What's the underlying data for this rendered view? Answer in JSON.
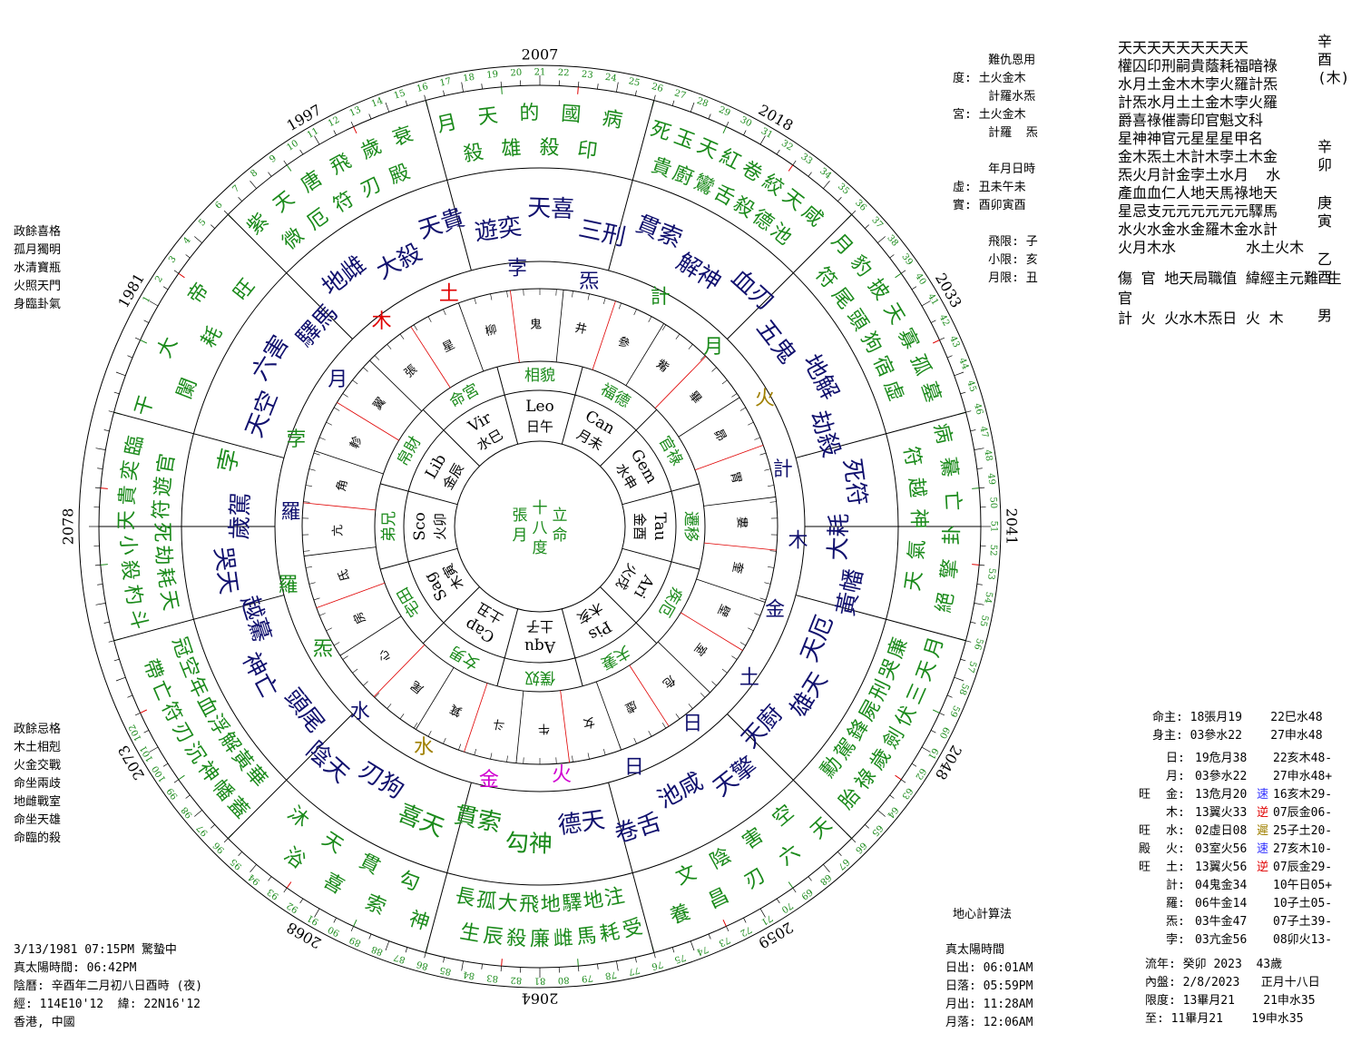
{
  "colors": {
    "green": "#1a8a1a",
    "navy": "#10106e",
    "red": "#e00000",
    "olive": "#a08000",
    "magenta": "#d000d0",
    "black": "#000000"
  },
  "years": [
    {
      "label": "2007",
      "angle": 0
    },
    {
      "label": "2018",
      "angle": 30
    },
    {
      "label": "2033",
      "angle": 60
    },
    {
      "label": "2041",
      "angle": 90
    },
    {
      "label": "2048",
      "angle": 120
    },
    {
      "label": "2059",
      "angle": 150
    },
    {
      "label": "2064",
      "angle": 180
    },
    {
      "label": "2068",
      "angle": 210
    },
    {
      "label": "2073",
      "angle": 240
    },
    {
      "label": "2078",
      "angle": 270
    },
    {
      "label": "1981",
      "angle": 300
    },
    {
      "label": "1997",
      "angle": 330
    }
  ],
  "age_ring": {
    "start": 1,
    "end": 102
  },
  "mansions": [
    "柳",
    "鬼",
    "井",
    "參",
    "觜",
    "畢",
    "昴",
    "胃",
    "婁",
    "奎",
    "壁",
    "室",
    "危",
    "虛",
    "女",
    "牛",
    "斗",
    "箕",
    "尾",
    "心",
    "房",
    "氐",
    "亢",
    "角",
    "軫",
    "翼",
    "張",
    "星"
  ],
  "zodiac": [
    "Can",
    "Gem",
    "Tau",
    "Ari",
    "Pis",
    "Aqu",
    "Cap",
    "Sag",
    "Sco",
    "Lib",
    "Vir",
    "Leo"
  ],
  "palaces": [
    "福德",
    "官祿",
    "遷移",
    "疾厄",
    "夫妻",
    "僕奴",
    "女男",
    "宅田",
    "弟兄",
    "帛財",
    "命宮",
    "相貌"
  ],
  "branch_planets": [
    "月未",
    "水申",
    "金酉",
    "火戌",
    "木亥",
    "土子",
    "土丑",
    "木寅",
    "火卯",
    "金辰",
    "水巳",
    "日午"
  ],
  "center_text": [
    "十",
    "八",
    "張",
    "立",
    "月",
    "度",
    "命"
  ],
  "ring_planets": [
    {
      "t": "孛",
      "c": "navy"
    },
    {
      "t": "炁",
      "c": "navy"
    },
    {
      "t": "計",
      "c": "green"
    },
    {
      "t": "月",
      "c": "green"
    },
    {
      "t": "火",
      "c": "olive"
    },
    {
      "t": "計",
      "c": "navy"
    },
    {
      "t": "木",
      "c": "navy"
    },
    {
      "t": "金",
      "c": "navy"
    },
    {
      "t": "土",
      "c": "navy"
    },
    {
      "t": "日",
      "c": "navy"
    },
    {
      "t": "日",
      "c": "navy"
    },
    {
      "t": "火",
      "c": "magenta"
    },
    {
      "t": "金",
      "c": "magenta"
    },
    {
      "t": "水",
      "c": "olive"
    },
    {
      "t": "水",
      "c": "navy"
    },
    {
      "t": "炁",
      "c": "green"
    },
    {
      "t": "羅",
      "c": "green"
    },
    {
      "t": "羅",
      "c": "navy"
    },
    {
      "t": "孛",
      "c": "green"
    },
    {
      "t": "月",
      "c": "navy"
    },
    {
      "t": "木",
      "c": "red"
    },
    {
      "t": "土",
      "c": "red"
    }
  ],
  "house_stars": [
    {
      "t": "天喜",
      "c": "navy"
    },
    {
      "t": "三刑",
      "c": "navy"
    },
    {
      "t": "貫索",
      "c": "navy"
    },
    {
      "t": "解神",
      "c": "navy"
    },
    {
      "t": "血刃",
      "c": "navy"
    },
    {
      "t": "五鬼",
      "c": "navy"
    },
    {
      "t": "地解",
      "c": "navy"
    },
    {
      "t": "劫殺",
      "c": "navy"
    },
    {
      "t": "死符",
      "c": "navy"
    },
    {
      "t": "大耗",
      "c": "navy"
    },
    {
      "t": "黃幡",
      "c": "navy"
    },
    {
      "t": "天厄",
      "c": "navy"
    },
    {
      "t": "雄天",
      "c": "navy"
    },
    {
      "t": "天廚",
      "c": "navy"
    },
    {
      "t": "天擎",
      "c": "navy"
    },
    {
      "t": "池咸",
      "c": "navy"
    },
    {
      "t": "卷舌",
      "c": "navy"
    },
    {
      "t": "德天",
      "c": "navy"
    },
    {
      "t": "勾神",
      "c": "green"
    },
    {
      "t": "貫索",
      "c": "green"
    },
    {
      "t": "喜天",
      "c": "green"
    },
    {
      "t": "刃狗",
      "c": "navy"
    },
    {
      "t": "陰天",
      "c": "navy"
    },
    {
      "t": "頭尾",
      "c": "navy"
    },
    {
      "t": "神亡",
      "c": "navy"
    },
    {
      "t": "越驀",
      "c": "navy"
    },
    {
      "t": "哭天",
      "c": "navy"
    },
    {
      "t": "歲駕",
      "c": "navy"
    },
    {
      "t": "孛",
      "c": "green"
    },
    {
      "t": "天空",
      "c": "navy"
    },
    {
      "t": "六害",
      "c": "navy"
    },
    {
      "t": "驛馬",
      "c": "navy"
    },
    {
      "t": "地雌",
      "c": "navy"
    },
    {
      "t": "大殺",
      "c": "navy"
    },
    {
      "t": "天貴",
      "c": "navy"
    },
    {
      "t": "遊奕",
      "c": "navy"
    }
  ],
  "outer_stars": [
    {
      "t": "死貴玉廚天鸞紅舌卷殺絞德天池咸",
      "c": "green"
    },
    {
      "t": "月符豹尾披頭天狗寡宿孤虛墓",
      "c": "green"
    },
    {
      "t": "病符驀越亡神卦氣擎天絕",
      "c": "green"
    },
    {
      "t": "月廉天哭三刑伏屍劍鋒歲駕祿勳胎",
      "c": "green"
    },
    {
      "t": "天空六害刃陰昌文養",
      "c": "green"
    },
    {
      "t": "受注耗地馬驛雌地廉飛殺大辰孤生長",
      "c": "green"
    },
    {
      "t": "神勾索貫喜天浴沐",
      "c": "green"
    },
    {
      "t": "蓋華幡黃神解沉浮刃血符年亡空帶冠",
      "c": "green"
    },
    {
      "t": "斗天杓耗殺劫小死天符貴遊奕官臨",
      "c": "green"
    },
    {
      "t": "干闌大耗帝旺",
      "c": "green"
    },
    {
      "t": "紫微天厄唐符飛刃歲殿衰",
      "c": "green"
    },
    {
      "t": "月殺天雄的殺國印病",
      "c": "green"
    }
  ],
  "left_top": [
    "政餘喜格",
    "孤月獨明",
    "水清寶瓶",
    "火照天門",
    "身臨卦氣"
  ],
  "left_bottom": [
    "政餘忌格",
    "木土相剋",
    "火金交戰",
    "命坐兩歧",
    "地雌戰室",
    "命坐天雄",
    "命臨的殺"
  ],
  "birth_info": [
    "3/13/1981 07:15PM 驚蟄中",
    "真太陽時間: 06:42PM",
    "陰曆: 辛酉年二月初八日酉時 (夜)",
    "經: 114E10'12  緯: 22N16'12",
    "香港, 中國"
  ],
  "top_info": [
    "     難仇恩用",
    "度: 土火金木",
    "     計羅水炁",
    "宮: 土火金木",
    "     計羅  炁",
    "",
    "     年月日時",
    "虛: 丑未午未",
    "實: 酉卯寅酉",
    "",
    "     飛限: 子",
    "     小限: 亥",
    "     月限: 丑"
  ],
  "method": "地心計算法",
  "sun_moon": [
    "真太陽時間",
    "日出: 06:01AM",
    "日落: 05:59PM",
    "月出: 11:28AM",
    "月落: 12:06AM"
  ],
  "pillars": [
    {
      "stem": "辛",
      "branch": "酉",
      "label": "(木)"
    },
    {
      "stem": "辛",
      "branch": "卯",
      "label": ""
    },
    {
      "stem": "庚",
      "branch": "寅",
      "label": ""
    },
    {
      "stem": "乙",
      "branch": "酉",
      "label": ""
    }
  ],
  "gender": "男",
  "right_grid": [
    "天天天天天天天天天",
    "權囚印刑嗣貴蔭耗福暗祿",
    "水月土金木木孛火羅計炁",
    "計炁水月土土金木孛火羅",
    "爵喜祿催壽印官魁文科",
    "星神神官元星星星甲名",
    "金木炁土木計木孛土木金",
    "炁火月計金孛土水月  水",
    "產血血仁人地天馬祿地天",
    "星忌支元元元元元元驛馬",
    "水火水金水金羅木金水計",
    "火月木水        水土火木"
  ],
  "duty": [
    "傷",
    "官",
    "地天局職值",
    "緯經主元難",
    "生",
    "官",
    "計",
    "火",
    "火水木炁日",
    "火",
    "木"
  ],
  "lords": [
    {
      "k": "命主:",
      "v": "18張月19    22巳水48"
    },
    {
      "k": "身主:",
      "v": "03參水22    27申水48"
    }
  ],
  "planet_table": [
    {
      "pre": "",
      "k": "日:",
      "a": "19危月38",
      "m": "",
      "b": "22亥木48-"
    },
    {
      "pre": "",
      "k": "月:",
      "a": "03參水22",
      "m": "",
      "b": "27申水48+"
    },
    {
      "pre": "旺",
      "k": "金:",
      "a": "13危月20",
      "m": "速",
      "b": "16亥木29-"
    },
    {
      "pre": "",
      "k": "木:",
      "a": "13翼火33",
      "m": "逆",
      "b": "07辰金06-"
    },
    {
      "pre": "旺",
      "k": "水:",
      "a": "02虛日08",
      "m": "遲",
      "b": "25子土20-"
    },
    {
      "pre": "殿",
      "k": "火:",
      "a": "03室火56",
      "m": "速",
      "b": "27亥木10-"
    },
    {
      "pre": "旺",
      "k": "土:",
      "a": "13翼火56",
      "m": "逆",
      "b": "07辰金29-"
    },
    {
      "pre": "",
      "k": "計:",
      "a": "04鬼金34",
      "m": "",
      "b": "10午日05+"
    },
    {
      "pre": "",
      "k": "羅:",
      "a": "06牛金14",
      "m": "",
      "b": "10子土05-"
    },
    {
      "pre": "",
      "k": "炁:",
      "a": "03牛金47",
      "m": "",
      "b": "07子土39-"
    },
    {
      "pre": "",
      "k": "孛:",
      "a": "03亢金56",
      "m": "",
      "b": "08卯火13-"
    }
  ],
  "bottom_right": [
    "流年: 癸卯 2023  43歲",
    "內盤: 2/8/2023   正月十八日",
    "限度: 13畢月21    21申水35",
    "至: 11畢月21    19申水35"
  ]
}
